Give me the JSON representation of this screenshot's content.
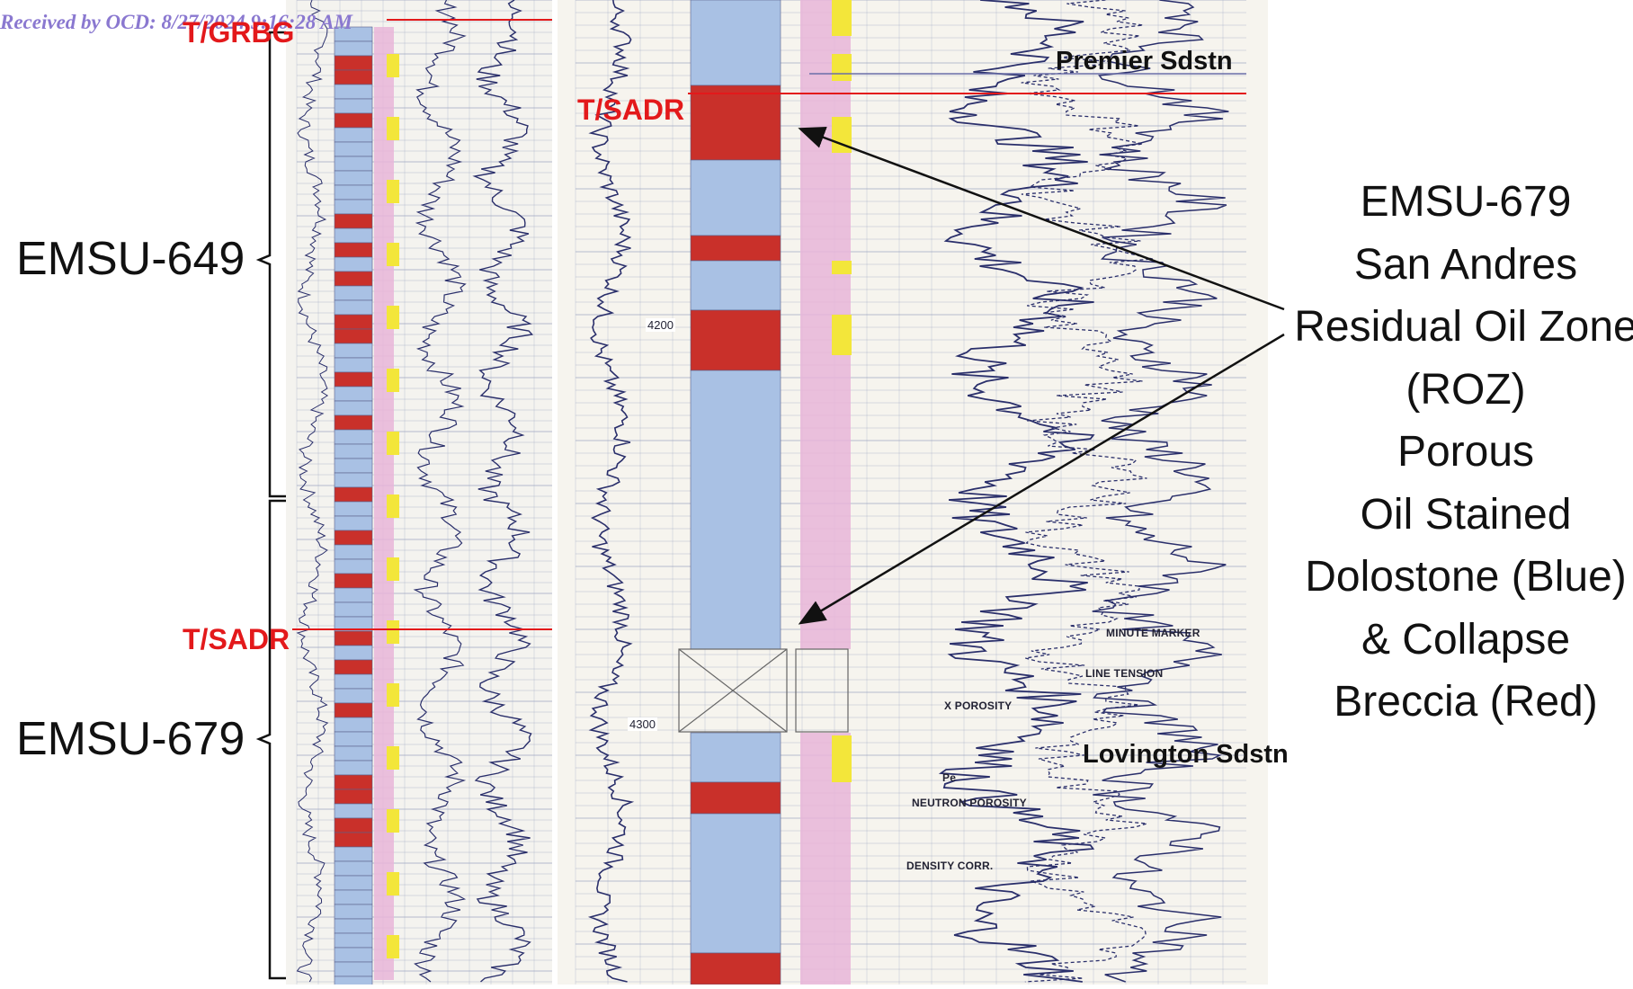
{
  "stamp": "Received by OCD: 8/27/2024 9:16:28 AM",
  "wells": {
    "upper": "EMSU-649",
    "lower": "EMSU-679"
  },
  "tops": {
    "grbg": "T/GRBG",
    "sadr_left": "T/SADR",
    "sadr_right": "T/SADR"
  },
  "sands": {
    "premier": "Premier Sdstn",
    "lovington": "Lovington Sdstn"
  },
  "depths": [
    "4200",
    "4300"
  ],
  "log_labels": {
    "minute_marker": "MINUTE MARKER",
    "line_tension": "LINE TENSION",
    "porosity": "X POROSITY",
    "pe": "Pe",
    "neutron_porosity": "NEUTRON POROSITY",
    "density_corr": "DENSITY CORR."
  },
  "description": [
    "EMSU-679",
    "San Andres",
    "Residual Oil Zone",
    "(ROZ)",
    "Porous",
    "Oil Stained",
    "Dolostone (Blue)",
    "& Collapse",
    "Breccia (Red)"
  ],
  "colors": {
    "top_line": "#e3191b",
    "dolostone": "#a9c1e4",
    "breccia": "#c9302a",
    "anhydrite": "#e7b5d8",
    "sand": "#f3e63a",
    "log_curve": "#2a2f6b",
    "grid": "#9aa3c0"
  }
}
